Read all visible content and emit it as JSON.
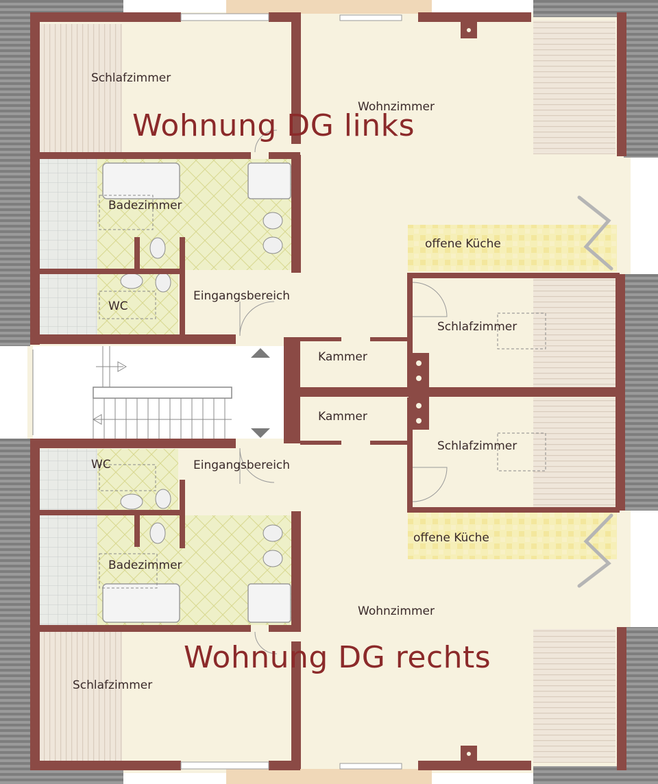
{
  "titles": {
    "upper": "Wohnung DG links",
    "lower": "Wohnung DG rechts"
  },
  "rooms": {
    "schlafzimmer_top_left": "Schlafzimmer",
    "wohnzimmer_top": "Wohnzimmer",
    "badezimmer_top": "Badezimmer",
    "offene_kueche_top": "offene Küche",
    "wc_top": "WC",
    "eingangsbereich_top": "Eingangsbereich",
    "schlafzimmer_right_top": "Schlafzimmer",
    "kammer_top": "Kammer",
    "kammer_bottom": "Kammer",
    "schlafzimmer_right_bottom": "Schlafzimmer",
    "wc_bottom": "WC",
    "eingangsbereich_bottom": "Eingangsbereich",
    "offene_kueche_bottom": "offene Küche",
    "badezimmer_bottom": "Badezimmer",
    "wohnzimmer_bottom": "Wohnzimmer",
    "schlafzimmer_bottom_left": "Schlafzimmer"
  },
  "colors": {
    "wall": "#8b4a45",
    "floor": "#f7f2df",
    "tile_bath": "#eef0c4",
    "tile_kitchen": "#f5eeb4",
    "roof": "#8d8d8d",
    "balcony": "#ece3d6",
    "title_red": "#8b2a2a"
  }
}
